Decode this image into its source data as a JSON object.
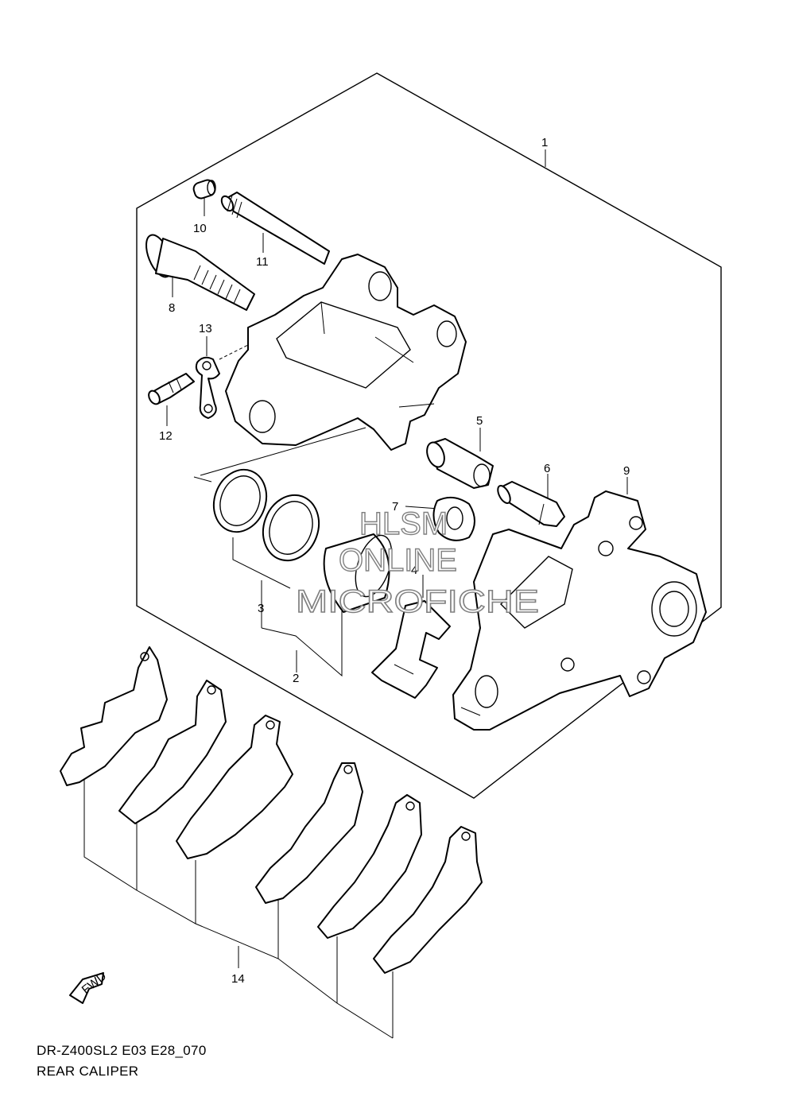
{
  "callouts": {
    "c1": "1",
    "c2": "2",
    "c3": "3",
    "c4": "4",
    "c5": "5",
    "c6": "6",
    "c7": "7",
    "c8": "8",
    "c9": "9",
    "c10": "10",
    "c11": "11",
    "c12": "12",
    "c13": "13",
    "c14": "14"
  },
  "direction_badge": "FWD",
  "watermark": {
    "line1": "HLSM",
    "line2": "ONLINE",
    "line3": "MICROFICHE"
  },
  "footer": {
    "model_code": "DR-Z400SL2 E03 E28_070",
    "title": "REAR CALIPER"
  }
}
